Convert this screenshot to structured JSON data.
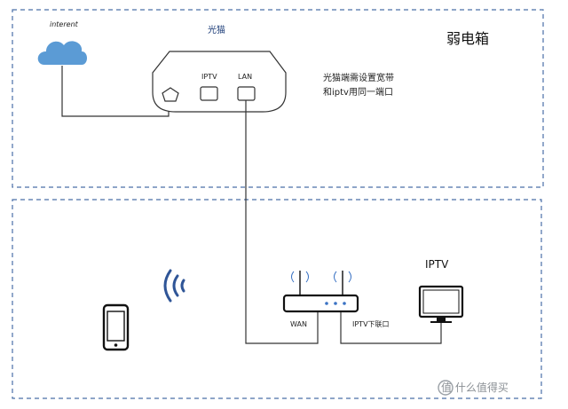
{
  "colors": {
    "dash_border": "#4a6fa8",
    "line": "#333333",
    "cloud": "#5b9bd5",
    "wifi": "#2f5597",
    "router_led": "#3b73c4",
    "title": "#1f3f7a"
  },
  "labels": {
    "internet": "interent",
    "modem_title": "光猫",
    "iptv_port": "IPTV",
    "lan_port": "LAN",
    "note_line1": "光猫端需设置宽带",
    "note_line2": "和iptv用同一端口",
    "weak_box": "弱电箱",
    "iptv_device": "IPTV",
    "wan": "WAN",
    "iptv_down": "IPTV下联口",
    "watermark": "值 什么值得买"
  },
  "icons": {
    "cloud": "cloud-icon",
    "pentagon_port": "fiber-port-icon",
    "wifi": "wifi-signal-icon",
    "phone": "smartphone-icon",
    "router": "router-icon",
    "tv": "monitor-icon"
  }
}
